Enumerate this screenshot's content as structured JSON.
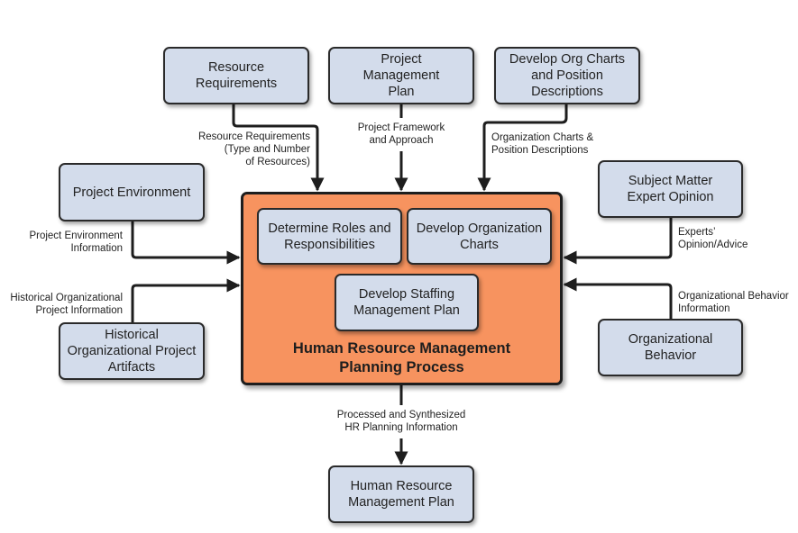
{
  "diagram": {
    "process": {
      "title": "Human Resource Management\nPlanning Process",
      "fill_color": "#f7935f",
      "steps": [
        "Determine Roles and\nResponsibilities",
        "Develop Organization\nCharts",
        "Develop Staffing\nManagement Plan"
      ]
    },
    "inputs": {
      "resource_requirements": {
        "label": "Resource\nRequirements",
        "flow": "Resource Requirements\n(Type and Number\nof Resources)"
      },
      "project_management_plan": {
        "label": "Project\nManagement\nPlan",
        "flow": "Project Framework\nand Approach"
      },
      "develop_org_charts": {
        "label": "Develop Org Charts\nand Position\nDescriptions",
        "flow": "Organization Charts &\nPosition Descriptions"
      },
      "project_environment": {
        "label": "Project Environment",
        "flow": "Project Environment\nInformation"
      },
      "historical_artifacts": {
        "label": "Historical\nOrganizational Project\nArtifacts",
        "flow": "Historical Organizational\nProject Information"
      },
      "subject_matter_expert": {
        "label": "Subject Matter\nExpert Opinion",
        "flow": "Experts’\nOpinion/Advice"
      },
      "organizational_behavior": {
        "label": "Organizational\nBehavior",
        "flow": "Organizational Behavior\nInformation"
      }
    },
    "output": {
      "label": "Human Resource\nManagement Plan",
      "flow": "Processed and Synthesized\nHR Planning Information"
    },
    "box_color": "#d3dceb"
  }
}
